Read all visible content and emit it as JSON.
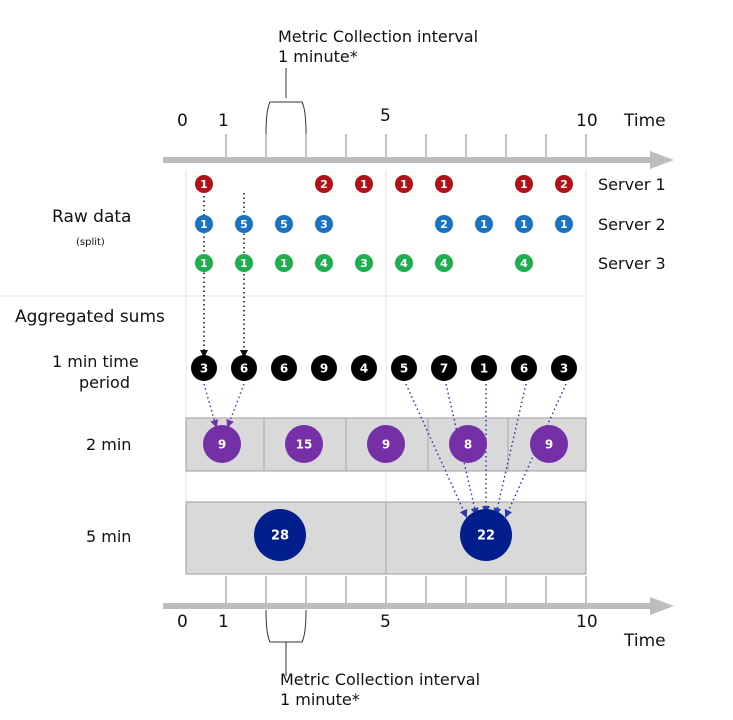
{
  "colors": {
    "server1": "#b01217",
    "server2": "#1a73c2",
    "server3": "#1fad4e",
    "period": "#000000",
    "two_min": "#7530a8",
    "five_min": "#001e8c",
    "axis": "#bdbdbd",
    "box_fill": "#d9d9d9",
    "arrow_dark": "#111111",
    "arrow_purple": "#7530a8",
    "arrow_blue": "#2a3aa8"
  },
  "top": {
    "interval_line1": "Metric Collection interval",
    "interval_line2": "1 minute*",
    "ticks": [
      "0",
      "1",
      "5",
      "10"
    ],
    "time_label": "Time"
  },
  "bottom": {
    "interval_line1": "Metric Collection interval",
    "interval_line2": "1 minute*",
    "ticks": [
      "0",
      "1",
      "5",
      "10"
    ],
    "time_label": "Time"
  },
  "labels": {
    "raw_data": "Raw data",
    "raw_split": "(split)",
    "aggregated": "Aggregated sums",
    "one_min_l1": "1 min time",
    "one_min_l2": "period",
    "two_min": "2 min",
    "five_min": "5 min"
  },
  "servers": [
    {
      "name": "Server 1",
      "color_key": "server1",
      "values": [
        "1",
        "",
        "",
        "2",
        "1",
        "1",
        "1",
        "",
        "1",
        "2"
      ]
    },
    {
      "name": "Server 2",
      "color_key": "server2",
      "values": [
        "1",
        "5",
        "5",
        "3",
        "",
        "",
        "2",
        "1",
        "1",
        "1"
      ]
    },
    {
      "name": "Server 3",
      "color_key": "server3",
      "values": [
        "1",
        "1",
        "1",
        "4",
        "3",
        "4",
        "4",
        "",
        "4",
        ""
      ]
    }
  ],
  "one_min_sums": [
    "3",
    "6",
    "6",
    "9",
    "4",
    "5",
    "7",
    "1",
    "6",
    "3"
  ],
  "two_min_sums": [
    "9",
    "15",
    "9",
    "8",
    "9"
  ],
  "five_min_sums": [
    "28",
    "22"
  ]
}
